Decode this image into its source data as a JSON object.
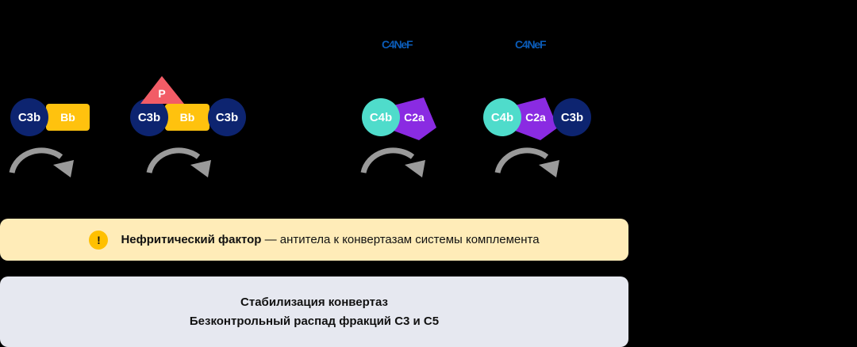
{
  "colors": {
    "background": "#000000",
    "c3b": "#0d2470",
    "bb": "#ffc20e",
    "properdin": "#f25c66",
    "c4b": "#4fdccb",
    "c2a": "#8a2be2",
    "arrow": "#9a9a9a",
    "c4nef_label": "#0b5cb8",
    "banner_bg": "#ffecb8",
    "warning_icon": "#ffc000",
    "result_bg": "#e6e8f0"
  },
  "diagram": {
    "complexes": [
      {
        "id": "alt-c3-convertase",
        "label_top": "",
        "components": [
          {
            "name": "C3b",
            "shape": "circle"
          },
          {
            "name": "Bb",
            "shape": "rounded-rect"
          }
        ]
      },
      {
        "id": "alt-c5-convertase-properdin",
        "label_top": "",
        "components": [
          {
            "name": "P",
            "shape": "triangle"
          },
          {
            "name": "C3b",
            "shape": "circle"
          },
          {
            "name": "Bb",
            "shape": "rounded-rect"
          },
          {
            "name": "C3b",
            "shape": "circle"
          }
        ]
      },
      {
        "id": "classical-c3-convertase",
        "label_top": "C4NeF",
        "components": [
          {
            "name": "C4b",
            "shape": "circle"
          },
          {
            "name": "C2a",
            "shape": "pentagon"
          }
        ]
      },
      {
        "id": "classical-c5-convertase",
        "label_top": "C4NeF",
        "components": [
          {
            "name": "C4b",
            "shape": "circle"
          },
          {
            "name": "C2a",
            "shape": "pentagon"
          },
          {
            "name": "C3b",
            "shape": "circle"
          }
        ]
      }
    ],
    "arrow_icon": "curved-arrow-right"
  },
  "banner": {
    "icon": "exclamation-warning-icon",
    "icon_glyph": "!",
    "bold_text": "Нефритический фактор",
    "rest_text": " — антитела к конвертазам системы комплемента"
  },
  "result": {
    "line1": "Стабилизация конвертаз",
    "line2": "Безконтрольный распад фракций C3 и C5"
  }
}
